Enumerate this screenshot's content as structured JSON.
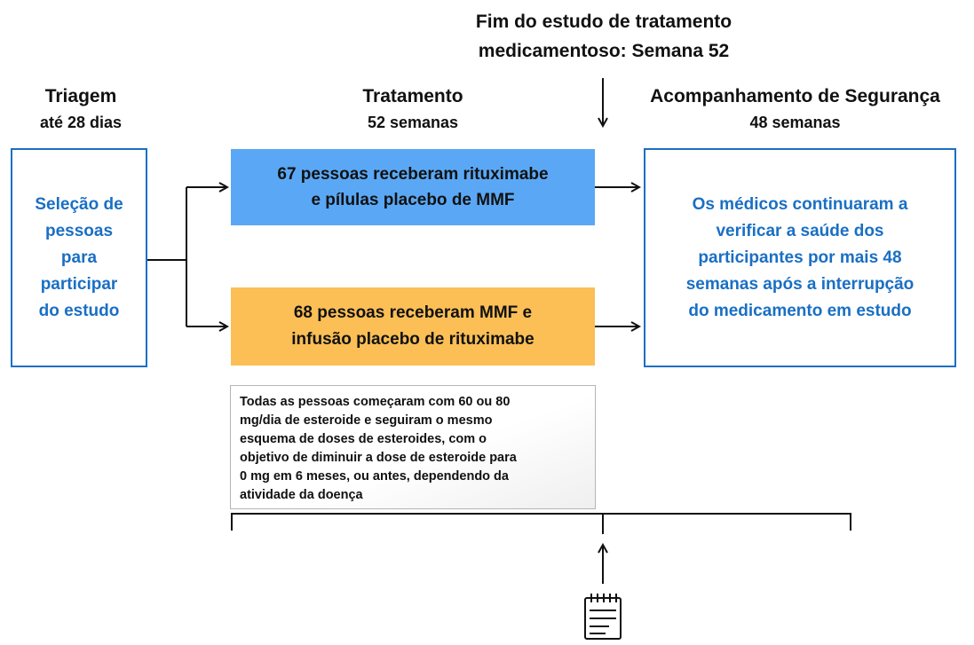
{
  "end_note": {
    "line1": "Fim do estudo de tratamento",
    "line2": "medicamentoso: Semana 52"
  },
  "phases": {
    "screening": {
      "title": "Triagem",
      "duration": "até 28 dias"
    },
    "treatment": {
      "title": "Tratamento",
      "duration": "52 semanas"
    },
    "followup": {
      "title": "Acompanhamento de Segurança",
      "duration": "48 semanas"
    }
  },
  "boxes": {
    "screening": [
      "Seleção de",
      "pessoas",
      "para",
      "participar",
      "do estudo"
    ],
    "arm_a": [
      "67 pessoas receberam rituximabe",
      "e pílulas placebo de MMF"
    ],
    "arm_b": [
      "68 pessoas receberam MMF e",
      "infusão placebo de rituximabe"
    ],
    "followup": [
      "Os médicos continuaram a",
      "verificar a saúde dos",
      "participantes por mais 48",
      "semanas após a interrupção",
      "do medicamento em estudo"
    ]
  },
  "steroid_note": [
    "Todas as pessoas começaram com 60 ou 80",
    "mg/dia de esteroide e seguiram o mesmo",
    "esquema de doses de esteroides, com o",
    "objetivo de diminuir a dose de esteroide para",
    "0 mg em 6 meses, ou antes, dependendo da",
    "atividade da doença"
  ],
  "colors": {
    "blue_text": "#1a6fc4",
    "arm_a_fill": "#5aa8f5",
    "arm_b_fill": "#fbbf56"
  },
  "icons": [
    "arrow-icon",
    "document-icon"
  ]
}
